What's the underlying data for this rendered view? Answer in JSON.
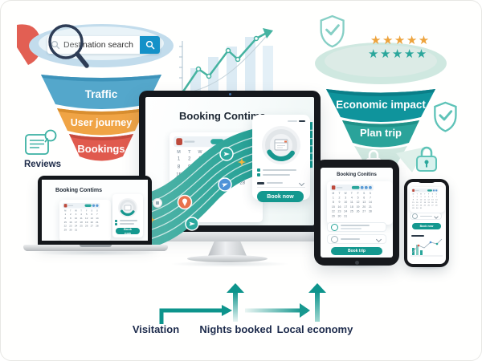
{
  "left_funnel": {
    "search_placeholder": "Destination search",
    "layers": [
      {
        "label": "Traffic",
        "color": "#54a7cb",
        "edge": "#3d93ba"
      },
      {
        "label": "User journey",
        "color": "#f0a445",
        "edge": "#d98e2f"
      },
      {
        "label": "Bookings",
        "color": "#e05a4e",
        "edge": "#c74a3e"
      }
    ]
  },
  "reviews": {
    "label": "Reviews"
  },
  "right_funnel": {
    "stars_orange": 5,
    "stars_teal": 5,
    "layers": [
      {
        "label": "Economic impact",
        "color": "#0f949c",
        "edge": "#0a7e88"
      },
      {
        "label": "Plan trip",
        "color": "#2aa39a",
        "edge": "#1f9188"
      }
    ],
    "cone_color": "#cfe7df"
  },
  "devices": {
    "monitor": {
      "title": "Booking Contims",
      "button": "Book now"
    },
    "laptop": {
      "title": "Booking Contims",
      "button": "Book now"
    },
    "tablet": {
      "title": "Booking Conitins",
      "button": "Book trip"
    },
    "phone": {
      "button": "Book now"
    }
  },
  "calendar": {
    "days": [
      "M",
      "T",
      "W",
      "T",
      "F",
      "S",
      "S"
    ],
    "dates": [
      1,
      2,
      3,
      4,
      5,
      6,
      7,
      8,
      9,
      10,
      11,
      12,
      13,
      14,
      15,
      16,
      17,
      18,
      19,
      20,
      21,
      22,
      23,
      24,
      25,
      26,
      27,
      28,
      29,
      30,
      31
    ]
  },
  "flow": {
    "steps": [
      "Visitation",
      "Nights booked",
      "Local economy"
    ]
  },
  "colors": {
    "teal_accent": "#14988f",
    "ribbon_start": "#58b7ab",
    "ribbon_end": "#11958c",
    "arrow": "#0d948c",
    "star_orange": "#eda33c",
    "star_teal": "#2aa69b",
    "search_button_blue": "#1491c8",
    "text_dark": "#1d2b4c"
  }
}
